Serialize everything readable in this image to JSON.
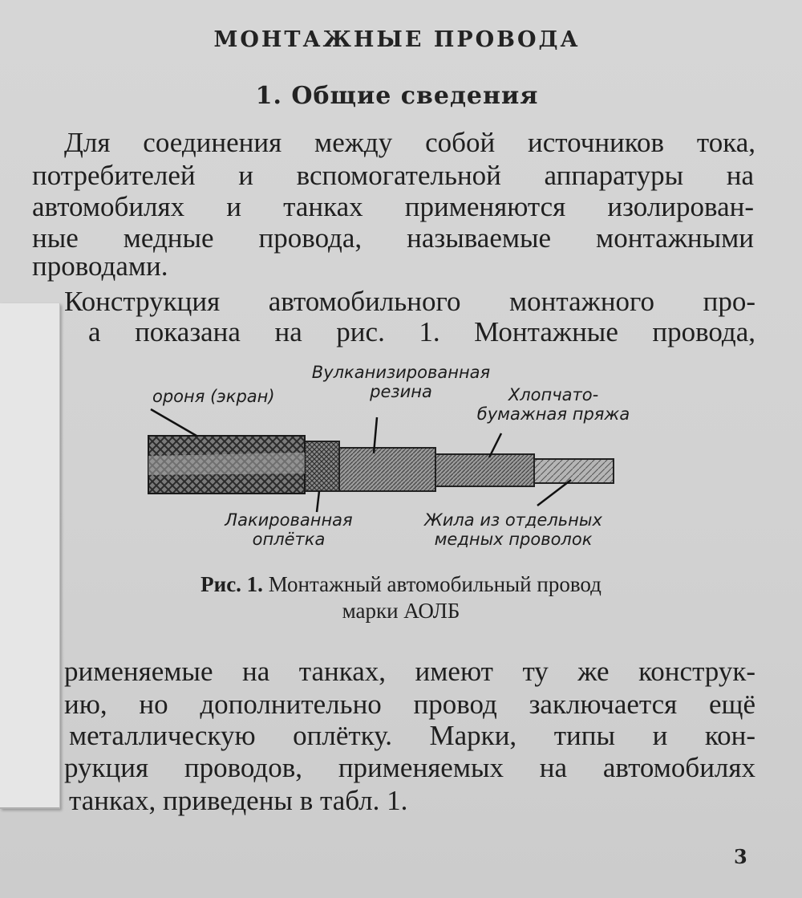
{
  "title": "МОНТАЖНЫЕ ПРОВОДА",
  "subtitle": "1. Общие сведения",
  "lines": [
    "Для соединения между собой источников тока,",
    "потребителей и вспомогательной аппаратуры на",
    "автомобилях и танках применяются изолирован-",
    "ные медные провода, называемые монтажными",
    "проводами.",
    "Конструкция автомобильного монтажного про-",
    "а показана на рис. 1. Монтажные провода,",
    "рименяемые на танках, имеют ту же конструк-",
    "ию, но дополнительно провод заключается ещё",
    "металлическую оплётку. Марки, типы и кон-",
    "рукция проводов, применяемых на автомобилях",
    "танках, приведены в табл. 1."
  ],
  "figure": {
    "labels": {
      "armor": "ороня (экран)",
      "rubber": "Вулканизированная\nрезина",
      "cotton": "Хлопчато-\nбумажная пряжа",
      "lacquered": "Лакированная\nоплётка",
      "core": "Жила из отдельных\nмедных проволок"
    },
    "caption_fig": "Рис. 1.",
    "caption_text": "Монтажный автомобильный провод",
    "caption_line2": "марки АОЛБ"
  },
  "page_number": "3"
}
